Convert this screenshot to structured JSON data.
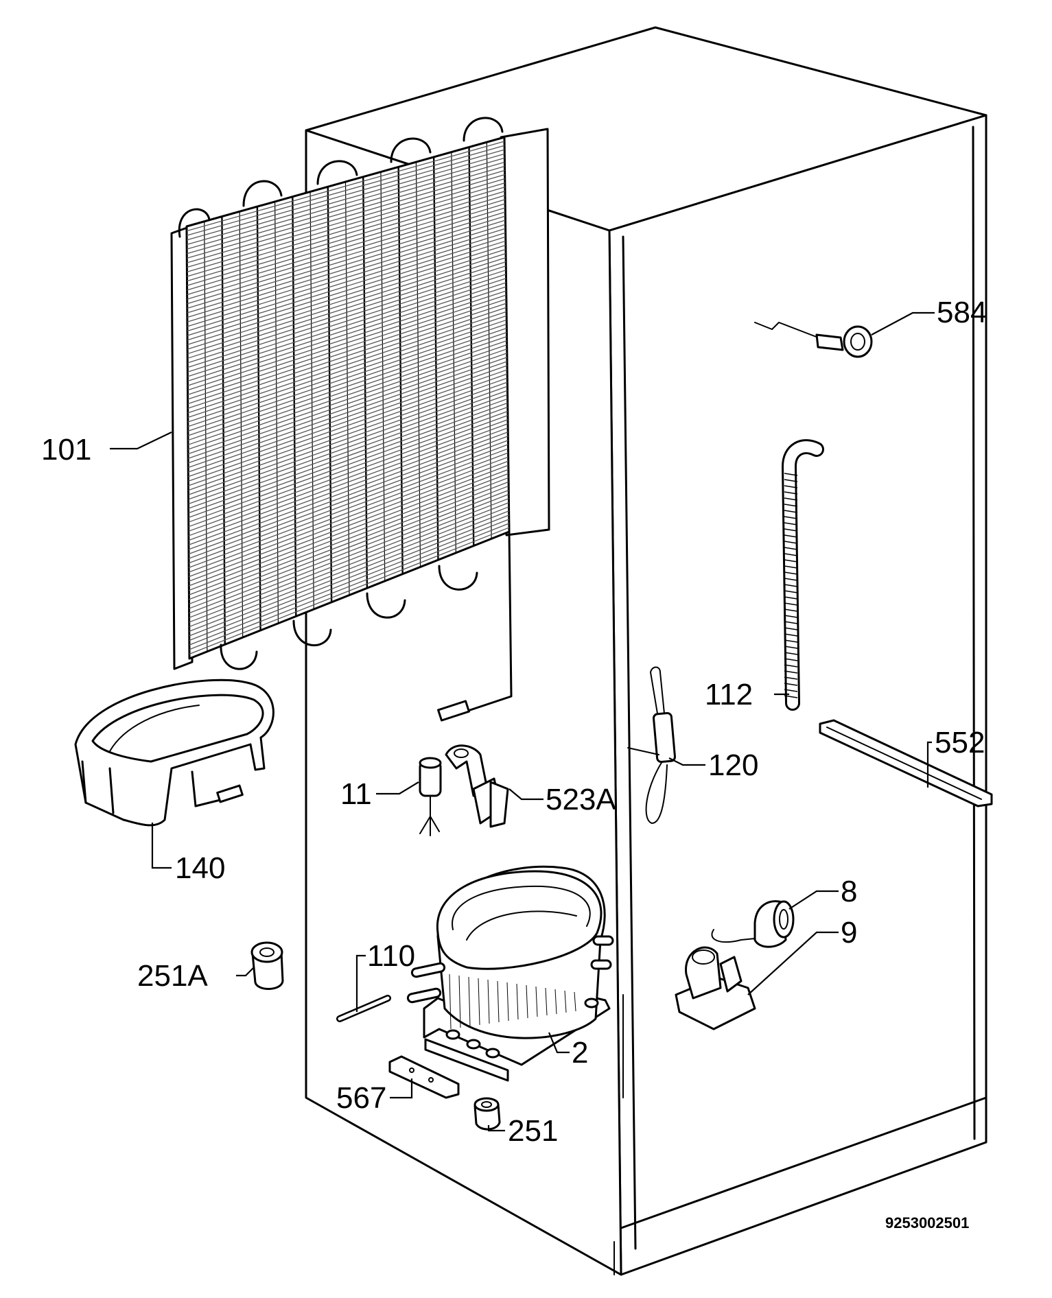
{
  "diagram": {
    "document_number": "9253002501",
    "callouts": [
      {
        "id": "584",
        "label": "584"
      },
      {
        "id": "101",
        "label": "101"
      },
      {
        "id": "112",
        "label": "112"
      },
      {
        "id": "552",
        "label": "552"
      },
      {
        "id": "120",
        "label": "120"
      },
      {
        "id": "11",
        "label": "11"
      },
      {
        "id": "523A",
        "label": "523A"
      },
      {
        "id": "140",
        "label": "140"
      },
      {
        "id": "8",
        "label": "8"
      },
      {
        "id": "9",
        "label": "9"
      },
      {
        "id": "110",
        "label": "110"
      },
      {
        "id": "251A",
        "label": "251A"
      },
      {
        "id": "2",
        "label": "2"
      },
      {
        "id": "567",
        "label": "567"
      },
      {
        "id": "251",
        "label": "251"
      }
    ]
  }
}
